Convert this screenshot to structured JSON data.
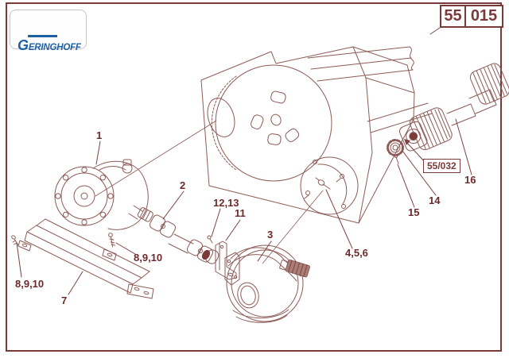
{
  "header": {
    "logo_text": "GERINGHOFF",
    "code_left": "55",
    "code_right": "015"
  },
  "diagram": {
    "description": "Exploded parts drawing of a drive line: gearbox, universal drive shaft, guard shield, housing with gear, cover with stub shaft and PTO shaft",
    "labels": [
      {
        "id": "1",
        "text": "1"
      },
      {
        "id": "2",
        "text": "2"
      },
      {
        "id": "12,13",
        "text": "12,13"
      },
      {
        "id": "11",
        "text": "11"
      },
      {
        "id": "3",
        "text": "3"
      },
      {
        "id": "4,5,6",
        "text": "4,5,6"
      },
      {
        "id": "7",
        "text": "7"
      },
      {
        "id": "8,9,10-left",
        "text": "8,9,10"
      },
      {
        "id": "8,9,10-right",
        "text": "8,9,10"
      },
      {
        "id": "14",
        "text": "14"
      },
      {
        "id": "15",
        "text": "15"
      },
      {
        "id": "16",
        "text": "16"
      }
    ],
    "ref_box_text": "55/032"
  },
  "colors": {
    "frame_maroon": "#7b3a3a",
    "label_maroon": "#6e2a2a",
    "line_maroon": "#8d5b57",
    "logo_blue": "#1d5fa7",
    "bore_fill": "#7d3b37"
  }
}
